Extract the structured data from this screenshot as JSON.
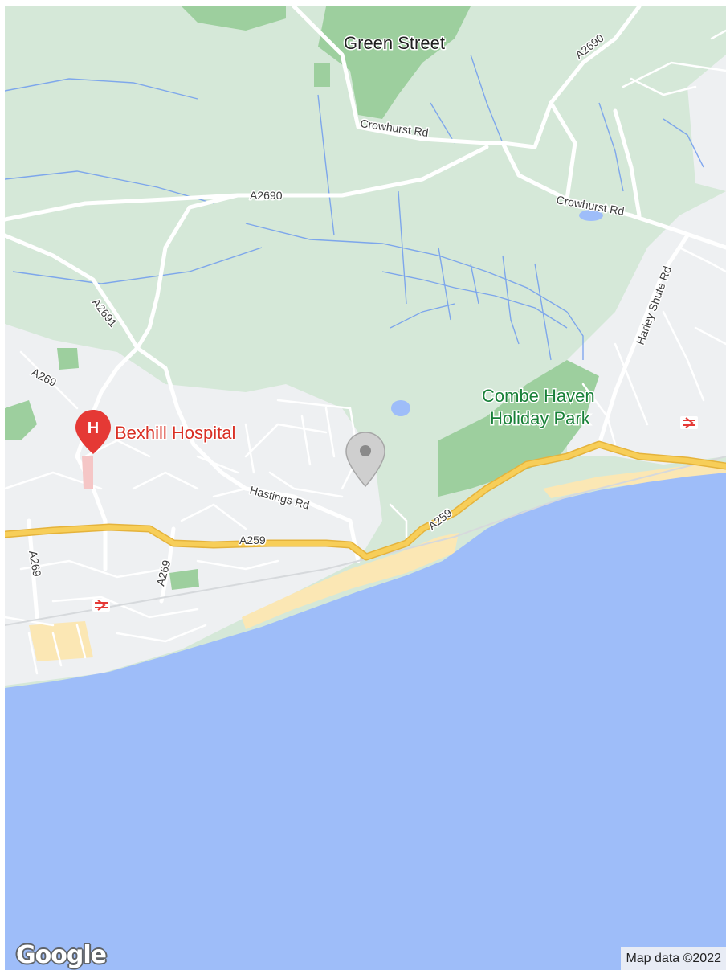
{
  "map": {
    "places": {
      "green_street": "Green Street"
    },
    "pois": {
      "hospital": {
        "label": "Bexhill Hospital",
        "icon": "hospital-pin-icon",
        "badge": "H",
        "color": "#d93025"
      },
      "holiday_park": {
        "label_line1": "Combe Haven",
        "label_line2": "Holiday Park",
        "color": "#188038"
      }
    },
    "roads": {
      "a2690_north": "A2690",
      "a2690_mid": "A2690",
      "crowhurst_rd_north": "Crowhurst Rd",
      "crowhurst_rd_east": "Crowhurst Rd",
      "harley_shute_rd": "Harley Shute Rd",
      "a2691": "A2691",
      "a269_west": "A269",
      "a269_south_1": "A269",
      "a269_south_2": "A269",
      "hastings_rd": "Hastings Rd",
      "a259_west": "A259",
      "a259_east": "A259"
    },
    "marker": {
      "icon": "location-pin-icon",
      "color": "#9e9e9e"
    },
    "stations": {
      "icon": "rail-station-icon",
      "color": "#e53935"
    },
    "colors": {
      "land": "#d5e8d8",
      "urban": "#eef0f2",
      "water": "#9ebdf9",
      "park": "#9dcf9e",
      "beach": "#fbe7b4",
      "highway": "#f7ce59",
      "road": "#ffffff",
      "stream": "#6e9bef"
    }
  },
  "branding": {
    "logo_text": "Google",
    "attribution": "Map data ©2022"
  }
}
